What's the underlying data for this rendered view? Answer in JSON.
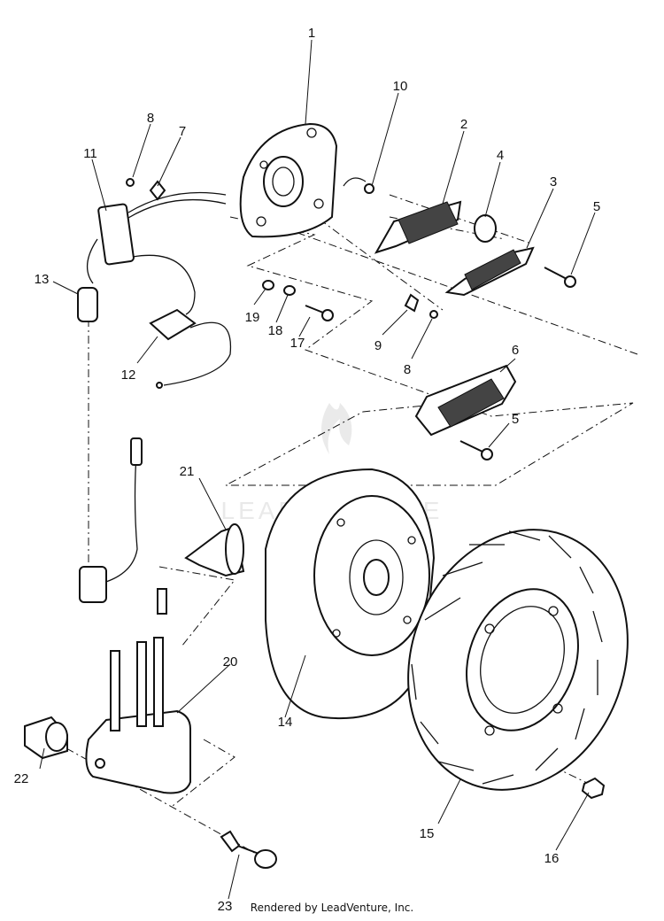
{
  "watermark": "LEADVENTURE",
  "footer": "Rendered by LeadVenture, Inc.",
  "callouts": [
    {
      "id": "c1",
      "label": "1"
    },
    {
      "id": "c2",
      "label": "2"
    },
    {
      "id": "c3",
      "label": "3"
    },
    {
      "id": "c4",
      "label": "4"
    },
    {
      "id": "c5a",
      "label": "5"
    },
    {
      "id": "c5b",
      "label": "5"
    },
    {
      "id": "c6",
      "label": "6"
    },
    {
      "id": "c7",
      "label": "7"
    },
    {
      "id": "c8a",
      "label": "8"
    },
    {
      "id": "c8b",
      "label": "8"
    },
    {
      "id": "c9",
      "label": "9"
    },
    {
      "id": "c10",
      "label": "10"
    },
    {
      "id": "c11",
      "label": "11"
    },
    {
      "id": "c12",
      "label": "12"
    },
    {
      "id": "c13",
      "label": "13"
    },
    {
      "id": "c14",
      "label": "14"
    },
    {
      "id": "c15",
      "label": "15"
    },
    {
      "id": "c16",
      "label": "16"
    },
    {
      "id": "c17",
      "label": "17"
    },
    {
      "id": "c18",
      "label": "18"
    },
    {
      "id": "c19",
      "label": "19"
    },
    {
      "id": "c20",
      "label": "20"
    },
    {
      "id": "c21",
      "label": "21"
    },
    {
      "id": "c22",
      "label": "22"
    },
    {
      "id": "c23",
      "label": "23"
    }
  ]
}
